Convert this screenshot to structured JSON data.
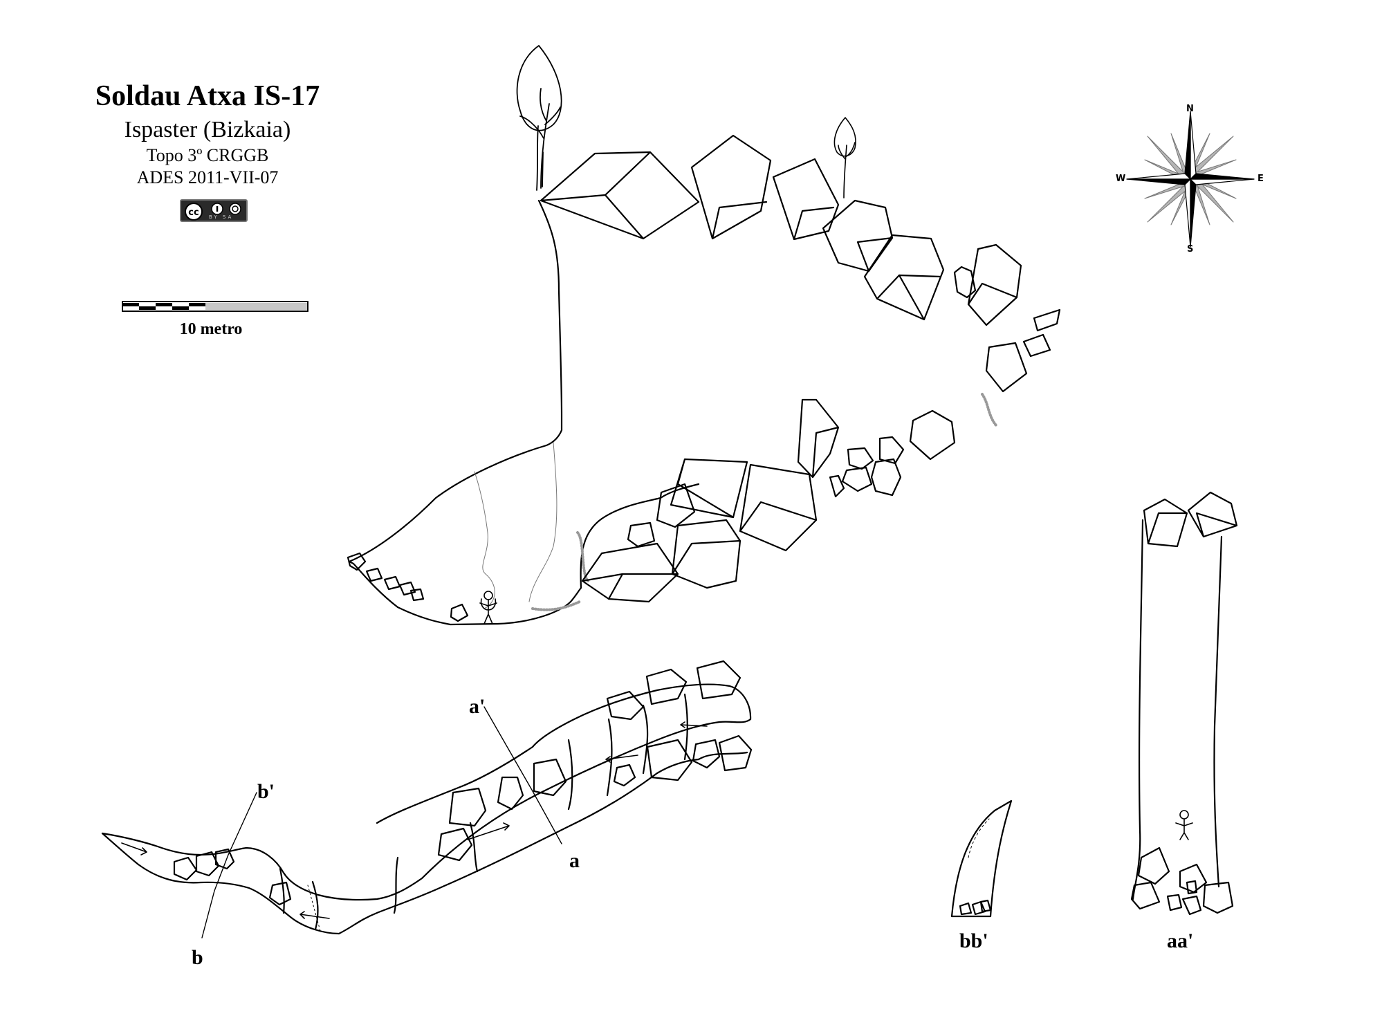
{
  "header": {
    "title": "Soldau Atxa IS-17",
    "location": "Ispaster (Bizkaia)",
    "topo": "Topo 3º CRGGB",
    "ades": "ADES 2011-VII-07"
  },
  "license": {
    "badge_main": "cc",
    "badge_sub": "BY  SA",
    "icon": "cc-by-sa-icon"
  },
  "scale": {
    "label": "10 metro"
  },
  "compass": {
    "n": "N",
    "s": "S",
    "e": "E",
    "w": "W"
  },
  "sections": {
    "a": "a",
    "a_prime": "a'",
    "b": "b",
    "b_prime": "b'",
    "bb_prime": "bb'",
    "aa_prime": "aa'"
  },
  "colors": {
    "ink": "#000000",
    "scree": "#9a9a9a",
    "compass_grey": "#9a9a9a"
  }
}
